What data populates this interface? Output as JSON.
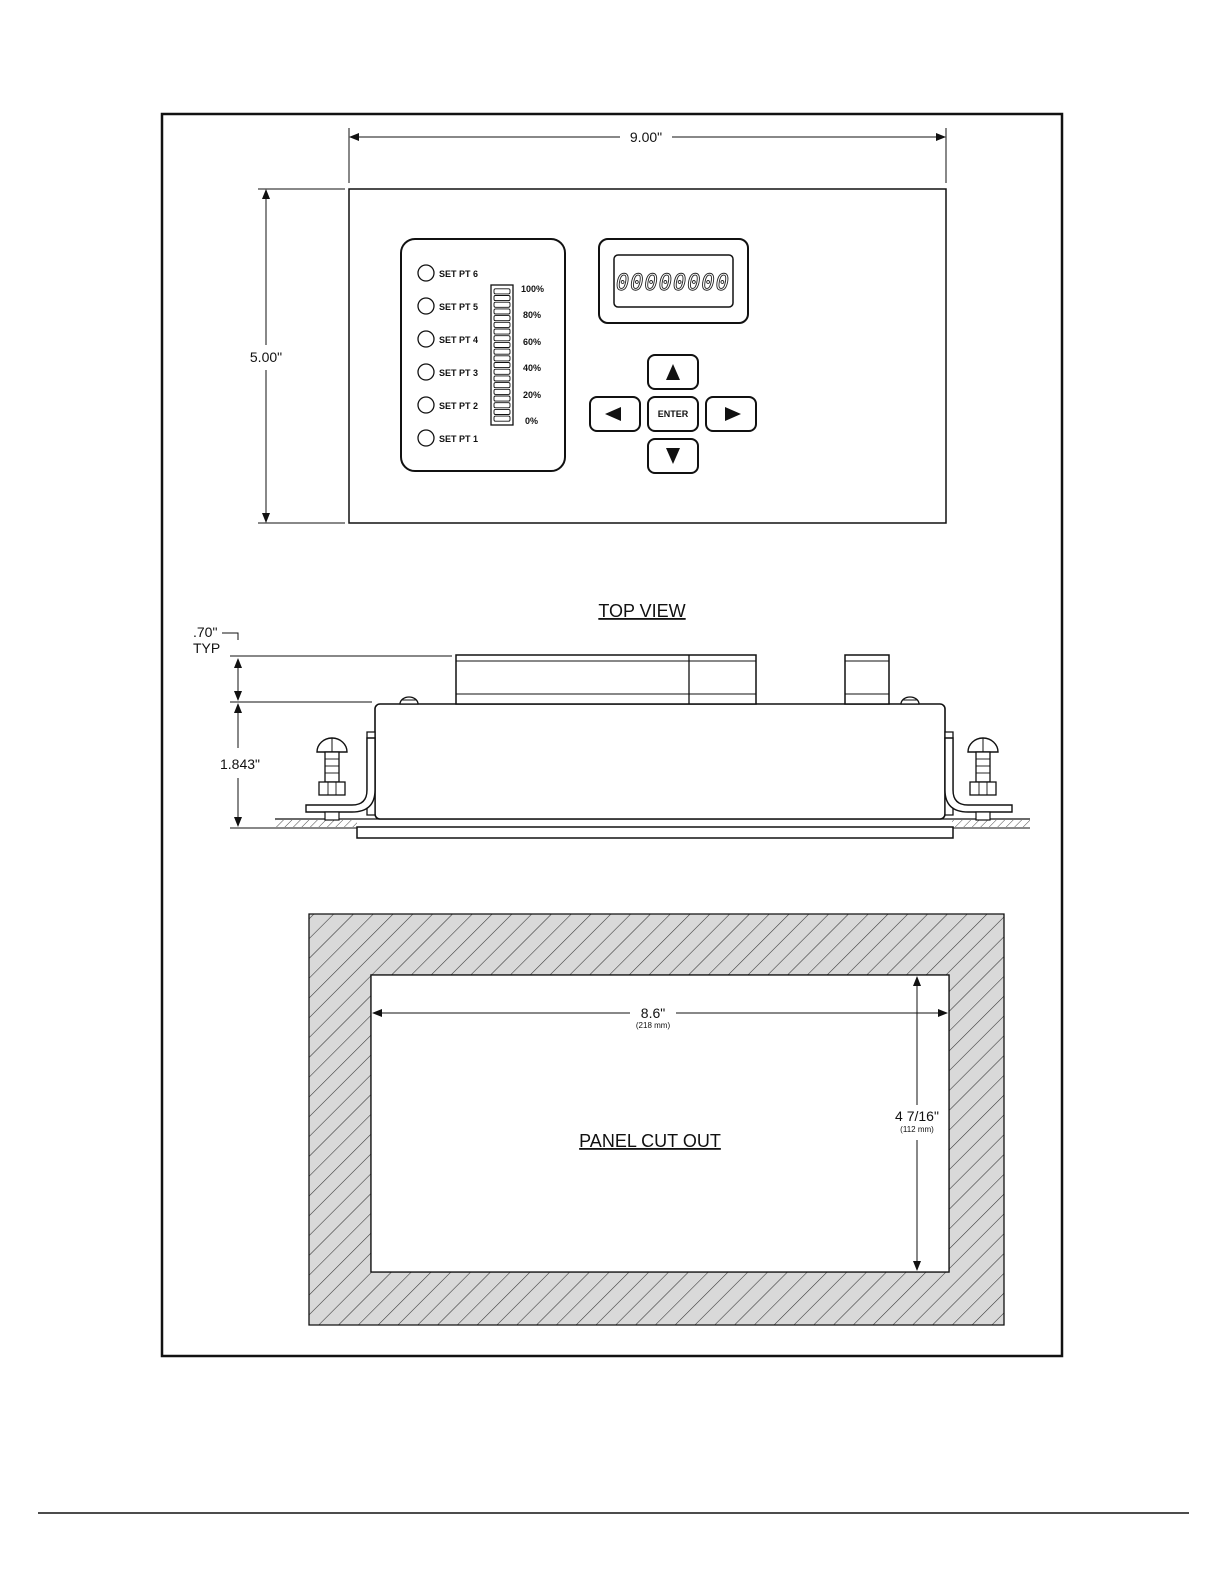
{
  "top_view": {
    "width_dim": "9.00\"",
    "height_dim": "5.00\"",
    "title": "TOP VIEW",
    "display_digits": "00000000",
    "setpoints": [
      "SET PT 6",
      "SET PT 5",
      "SET PT 4",
      "SET PT 3",
      "SET PT 2",
      "SET PT 1"
    ],
    "bar_scale": [
      "100%",
      "80%",
      "60%",
      "40%",
      "20%",
      "0%"
    ],
    "keypad": {
      "enter_label": "ENTER",
      "up_icon": "triangle-up-icon",
      "down_icon": "triangle-down-icon",
      "left_icon": "triangle-left-icon",
      "right_icon": "triangle-right-icon"
    }
  },
  "side_view": {
    "clearance_dim": ".70\"",
    "clearance_note": "TYP",
    "depth_dim": "1.843\""
  },
  "cutout": {
    "title": "PANEL CUT OUT",
    "width_dim": "8.6\"",
    "width_mm": "(218 mm)",
    "height_dim": "4 7/16\"",
    "height_mm": "(112 mm)"
  }
}
